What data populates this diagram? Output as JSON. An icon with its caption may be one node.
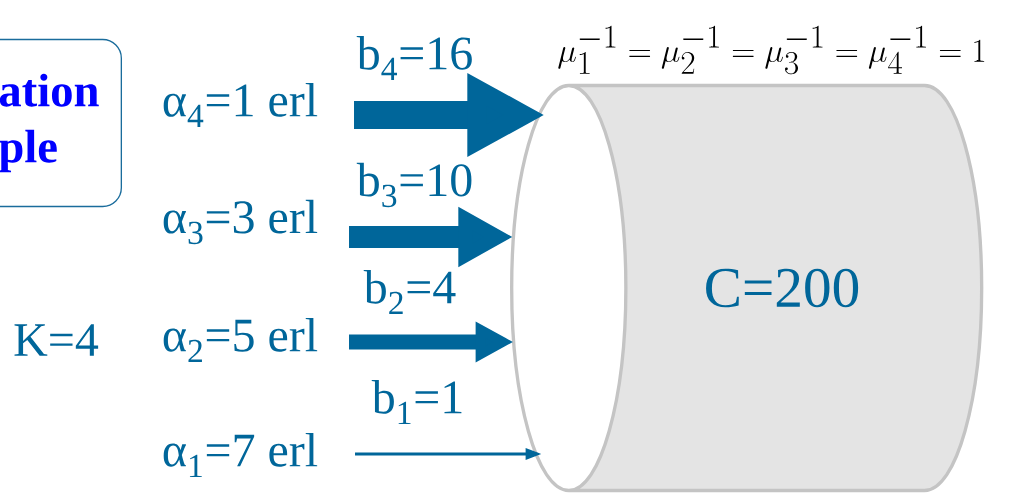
{
  "diagram": {
    "nodes": [
      {
        "text": [
          "ation ple"
        ]
      },
      {
        "text": [
          "C=200"
        ]
      }
    ],
    "edges": [
      {
        "from": null,
        "to": 1,
        "arrow": "to",
        "label": "b$_{4}$=16",
        "style": "thick"
      },
      {
        "from": null,
        "to": 1,
        "arrow": "to",
        "label": "b$_{3}$=10"
      },
      {
        "from": null,
        "to": 1,
        "arrow": "to",
        "label": "b$_{2}$=4"
      },
      {
        "from": null,
        "to": 1,
        "arrow": "to",
        "label": "b$_{1}$=1"
      }
    ],
    "labels": [
      "\\mu_1^{-1} = \\mu_2^{-1} = \\mu_3^{-1} = \\mu_4^{-1} = 1",
      "α$_{4}$=1 erl",
      "α$_{3}$=3 erl",
      "K=4",
      "α$_{2}$=5 erl",
      "α$_{1}$=7 erl"
    ]
  }
}
